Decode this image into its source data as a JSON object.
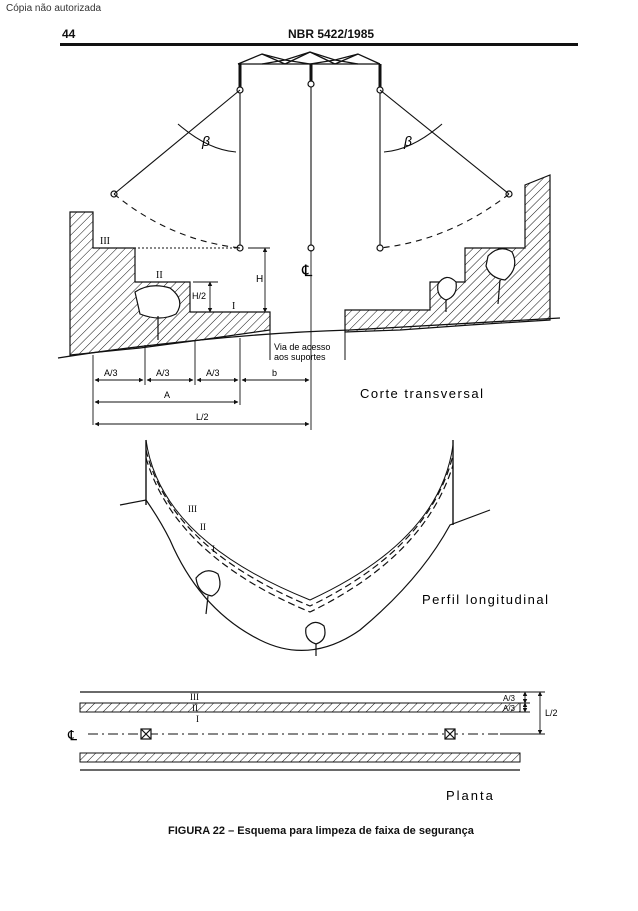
{
  "header": {
    "watermark": "Cópia não autorizada",
    "page_number": "44",
    "standard": "NBR 5422/1985"
  },
  "figure": {
    "caption": "FIGURA 22 – Esquema para limpeza de faixa de segurança",
    "cross_section": {
      "title": "Corte transversal",
      "angle_label": "β",
      "zones": [
        "I",
        "II",
        "III"
      ],
      "dim_H": "H",
      "dim_H2": "H/2",
      "centerline": "℄",
      "access_road_line1": "Via de acesso",
      "access_road_line2": "aos suportes",
      "dim_A3": "A/3",
      "dim_b": "b",
      "dim_A": "A",
      "dim_L2": "L/2"
    },
    "longitudinal_profile": {
      "title": "Perfil longitudinal",
      "zones": [
        "III",
        "II",
        "I"
      ]
    },
    "plan": {
      "title": "Planta",
      "zones": [
        "III",
        "II",
        "I"
      ],
      "dim_A3": "A/3",
      "dim_L2": "L/2",
      "centerline": "℄"
    }
  }
}
